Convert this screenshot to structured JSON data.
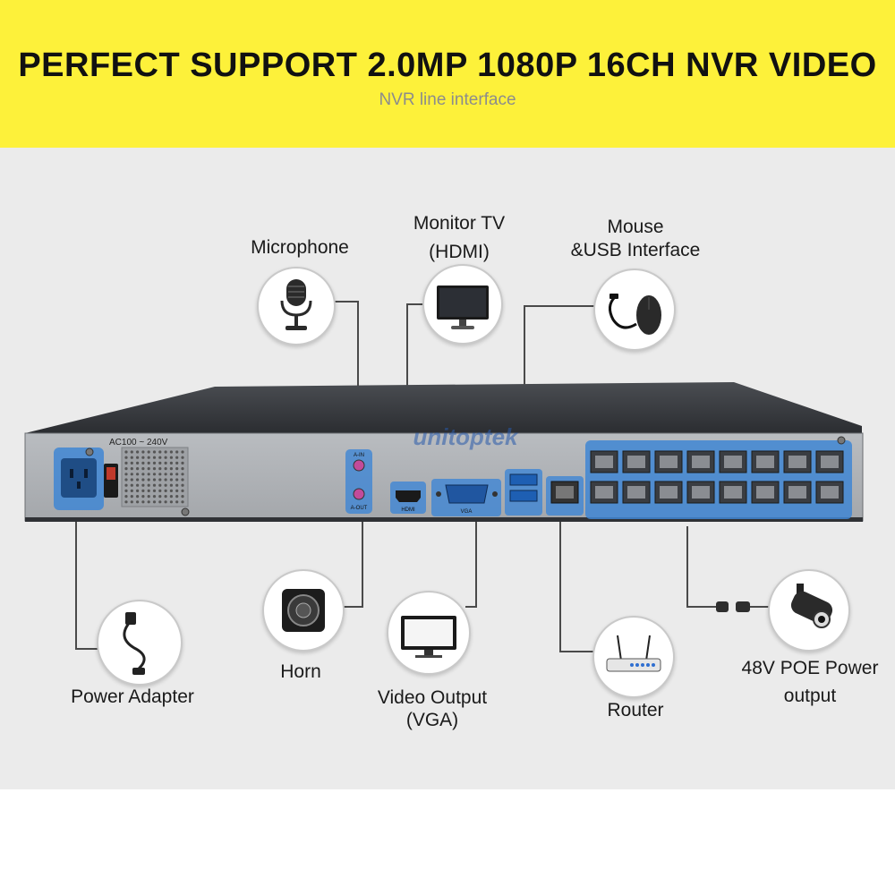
{
  "banner": {
    "title": "PERFECT SUPPORT 2.0MP 1080P 16CH NVR VIDEO",
    "subtitle": "NVR line interface",
    "background": "#fdf13a"
  },
  "device": {
    "power_rating": "AC100 ~ 240V",
    "brand_watermark": "unitoptek",
    "port_labels": {
      "audio_in": "A-IN",
      "audio_out": "A-OUT",
      "hdmi": "HDMI",
      "vga": "VGA"
    },
    "highlight_color": "#3f86d4"
  },
  "callouts": {
    "microphone": {
      "label": "Microphone",
      "icon": "microphone-icon"
    },
    "monitor": {
      "label_line1": "Monitor TV",
      "label_line2": "(HDMI)",
      "icon": "monitor-icon"
    },
    "mouse": {
      "label_line1": "Mouse",
      "label_line2": "&USB Interface",
      "icon": "mouse-icon"
    },
    "power": {
      "label": "Power Adapter",
      "icon": "power-cable-icon"
    },
    "horn": {
      "label": "Horn",
      "icon": "speaker-icon"
    },
    "vga": {
      "label_line1": "Video Output",
      "label_line2": "(VGA)",
      "icon": "vga-monitor-icon"
    },
    "router": {
      "label": "Router",
      "icon": "router-icon"
    },
    "poe": {
      "label_line1": "48V POE Power",
      "label_line2": "output",
      "icon": "camera-icon"
    }
  }
}
